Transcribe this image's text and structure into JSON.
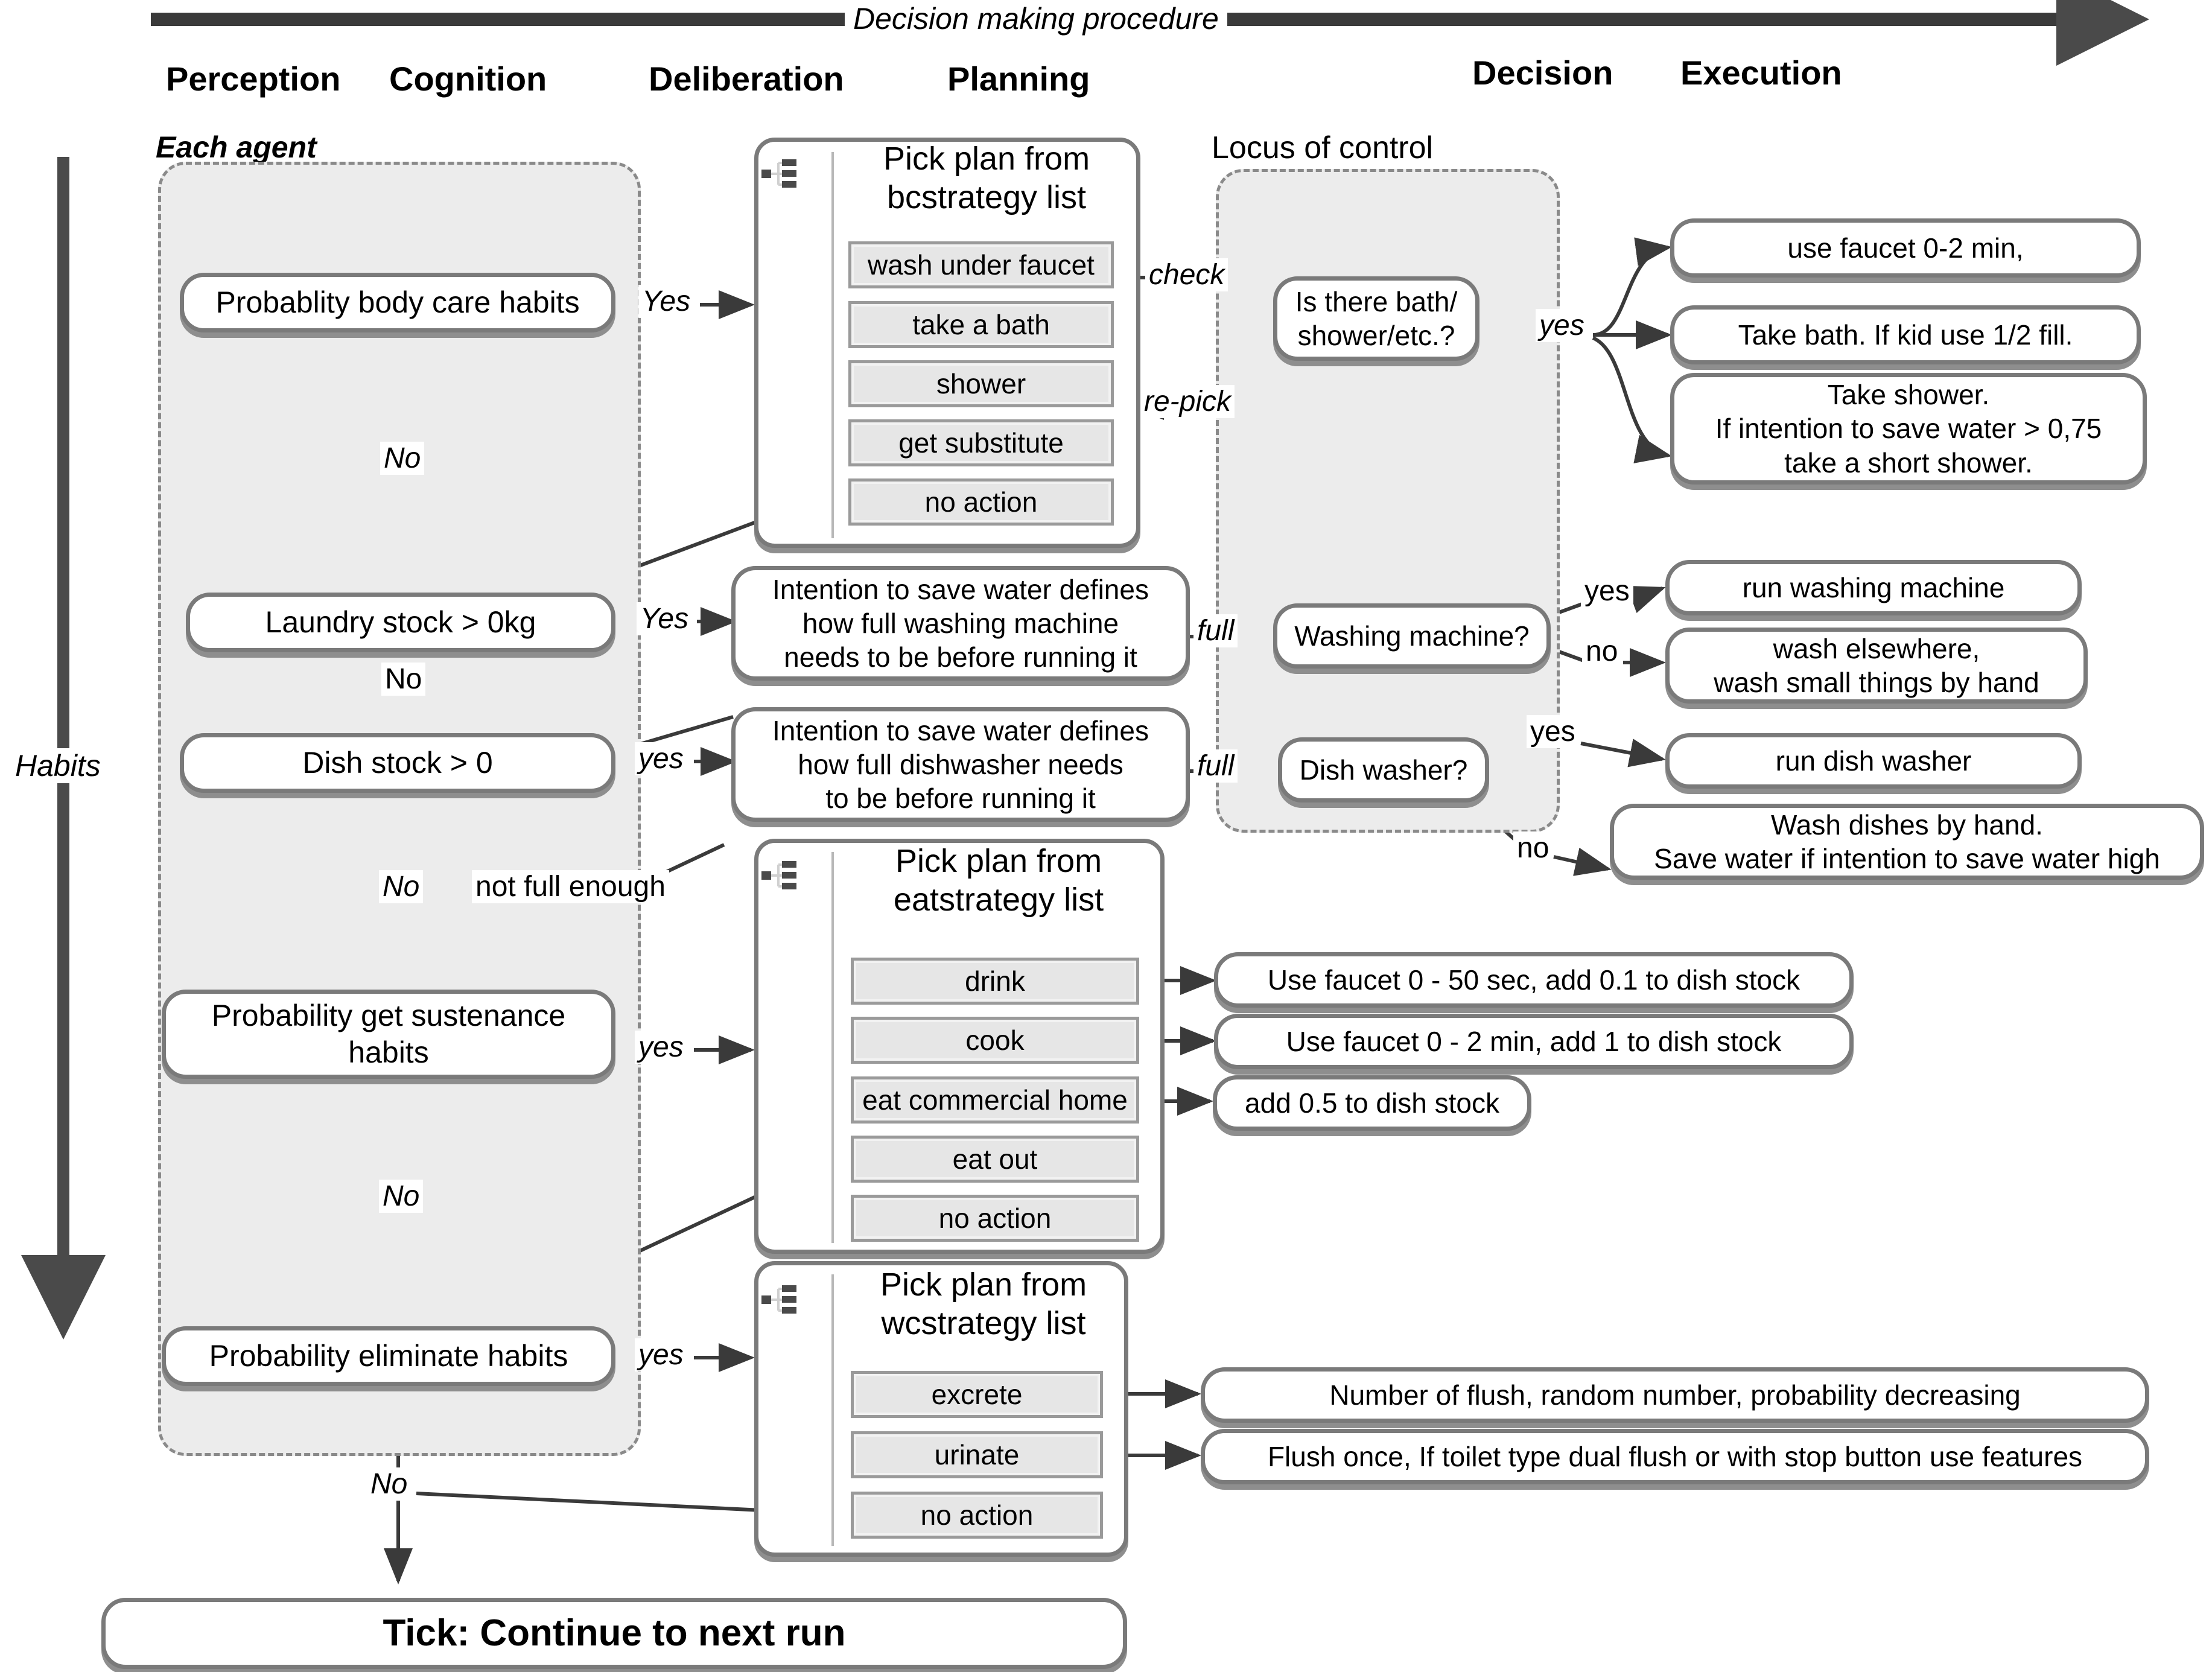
{
  "diagram": {
    "top_arrow_label": "Decision making procedure",
    "column_headers": [
      {
        "label": "Perception"
      },
      {
        "label": "Cognition"
      },
      {
        "label": "Deliberation"
      },
      {
        "label": "Planning"
      },
      {
        "label": "Decision"
      },
      {
        "label": "Execution"
      }
    ],
    "side_label": "Habits",
    "groups": {
      "each_agent": "Each agent",
      "locus_of_control": "Locus of control"
    },
    "habit_nodes": [
      {
        "label": "Probablity body care habits"
      },
      {
        "label": "Laundry stock > 0kg"
      },
      {
        "label": "Dish stock > 0"
      },
      {
        "label": "Probability get sustenance\nhabits"
      },
      {
        "label": "Probability eliminate habits"
      }
    ],
    "tick_node": "Tick: Continue to next run",
    "plan_boxes": [
      {
        "title": "Pick plan from\nbcstrategy list",
        "icon": "tree-hierarchy-icon",
        "items": [
          "wash under faucet",
          "take a bath",
          "shower",
          "get substitute",
          "no action"
        ]
      },
      {
        "title": "Pick plan from\neatstrategy list",
        "icon": "tree-hierarchy-icon",
        "items": [
          "drink",
          "cook",
          "eat commercial home",
          "eat out",
          "no action"
        ]
      },
      {
        "title": "Pick plan from\nwcstrategy list",
        "icon": "tree-hierarchy-icon",
        "items": [
          "excrete",
          "urinate",
          "no action"
        ]
      }
    ],
    "intention_nodes": [
      {
        "label": "Intention to save water defines\nhow full washing machine\nneeds to be before running it"
      },
      {
        "label": "Intention to save water defines\nhow full dishwasher needs\nto be before running it"
      }
    ],
    "decision_nodes": [
      {
        "label": "Is there bath/\nshower/etc.?"
      },
      {
        "label": "Washing machine?"
      },
      {
        "label": "Dish washer?"
      }
    ],
    "execution_nodes": [
      {
        "label": "use faucet 0-2 min,"
      },
      {
        "label": "Take bath. If kid use 1/2 fill."
      },
      {
        "label": "Take shower.\nIf intention to save water > 0,75\ntake a short shower."
      },
      {
        "label": "run washing machine"
      },
      {
        "label": "wash elsewhere,\nwash small things by hand"
      },
      {
        "label": "run dish washer"
      },
      {
        "label": "Wash dishes by hand.\nSave water if intention to save water high"
      },
      {
        "label": "Use faucet 0 - 50 sec, add 0.1 to dish stock"
      },
      {
        "label": "Use faucet 0 - 2 min, add 1 to dish stock"
      },
      {
        "label": "add 0.5 to dish stock"
      },
      {
        "label": "Number of flush, random number, probability decreasing"
      },
      {
        "label": "Flush once, If toilet type dual flush or with stop button use features"
      }
    ],
    "edge_labels": [
      {
        "id": "bc-yes",
        "text": "Yes"
      },
      {
        "id": "bc-no",
        "text": "No"
      },
      {
        "id": "check",
        "text": "check"
      },
      {
        "id": "re-pick",
        "text": "re-pick"
      },
      {
        "id": "bath-yes",
        "text": "yes"
      },
      {
        "id": "laundry-yes",
        "text": "Yes"
      },
      {
        "id": "laundry-no",
        "text": "No"
      },
      {
        "id": "wm-full",
        "text": "full"
      },
      {
        "id": "wm-yes",
        "text": "yes"
      },
      {
        "id": "wm-no",
        "text": "no"
      },
      {
        "id": "dish-yes",
        "text": "yes"
      },
      {
        "id": "dw-full",
        "text": "full"
      },
      {
        "id": "dw-yes",
        "text": "yes"
      },
      {
        "id": "dw-no",
        "text": "no"
      },
      {
        "id": "dish-no",
        "text": "No"
      },
      {
        "id": "not-full-enough",
        "text": "not full enough"
      },
      {
        "id": "sustenance-yes",
        "text": "yes"
      },
      {
        "id": "sustenance-no",
        "text": "No"
      },
      {
        "id": "eliminate-yes",
        "text": "yes"
      },
      {
        "id": "eliminate-no",
        "text": "No"
      }
    ],
    "colors": {
      "node_border": "#7a7a7a",
      "node_shadow": "#8e8e8e",
      "group_fill": "#ececec",
      "group_border": "#8a8a8a",
      "item_fill": "#e6e6e6",
      "line": "#3a3a3a"
    }
  }
}
